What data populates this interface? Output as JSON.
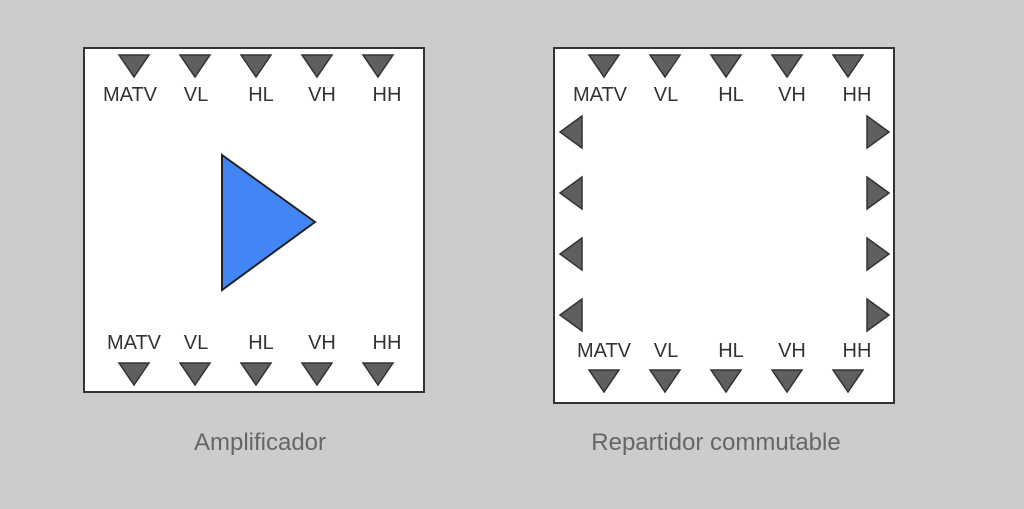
{
  "colors": {
    "background": "#cccccc",
    "box": "#ffffff",
    "port": "#5f5f5f",
    "amplifier": "#4285f4"
  },
  "amplifier": {
    "caption": "Amplificador",
    "top_ports": [
      "MATV",
      "VL",
      "HL",
      "VH",
      "HH"
    ],
    "bottom_ports": [
      "MATV",
      "VL",
      "HL",
      "VH",
      "HH"
    ],
    "icon": "amplifier-triangle-icon"
  },
  "splitter": {
    "caption": "Repartidor commutable",
    "top_ports": [
      "MATV",
      "VL",
      "HL",
      "VH",
      "HH"
    ],
    "bottom_ports": [
      "MATV",
      "VL",
      "HL",
      "VH",
      "HH"
    ],
    "left_ports": 4,
    "right_ports": 4
  }
}
